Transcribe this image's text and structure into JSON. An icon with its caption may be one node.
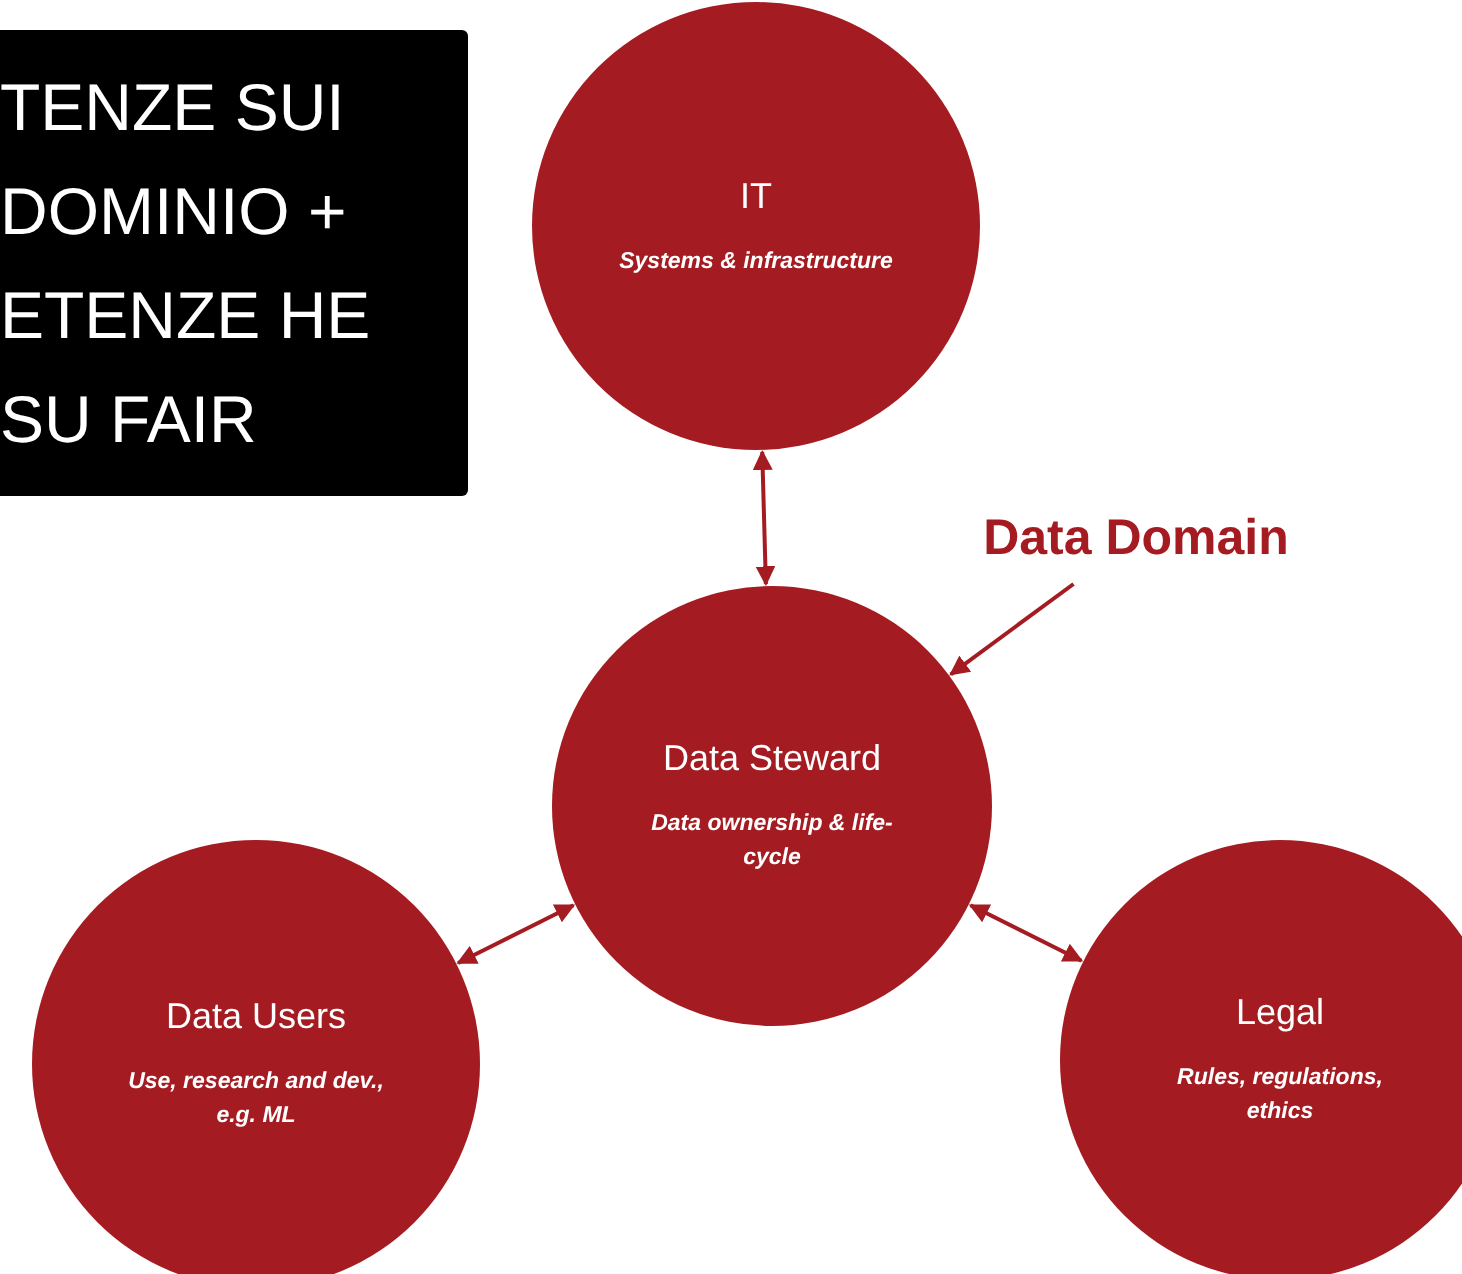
{
  "diagram": {
    "nodes": [
      {
        "text": [
          "TENZE SUI DOMINIO + ETENZE HE SU FAIR"
        ]
      },
      {
        "text": [
          "IT",
          "Systems & infrastructure"
        ]
      },
      {
        "text": [
          "Data Domain"
        ]
      },
      {
        "text": [
          "Data Steward",
          "Data ownership & life-cycle"
        ]
      },
      {
        "text": [
          "Data Users",
          "Use, research and dev., e.g. ML"
        ]
      },
      {
        "text": [
          "Legal",
          "Rules, regulations, ethics"
        ]
      }
    ],
    "edges": [
      {
        "from": 1,
        "to": 3,
        "arrow": "both"
      },
      {
        "from": 2,
        "to": 3,
        "arrow": "to"
      },
      {
        "from": 4,
        "to": 3,
        "arrow": "both"
      },
      {
        "from": 3,
        "to": 5,
        "arrow": "both"
      }
    ]
  }
}
